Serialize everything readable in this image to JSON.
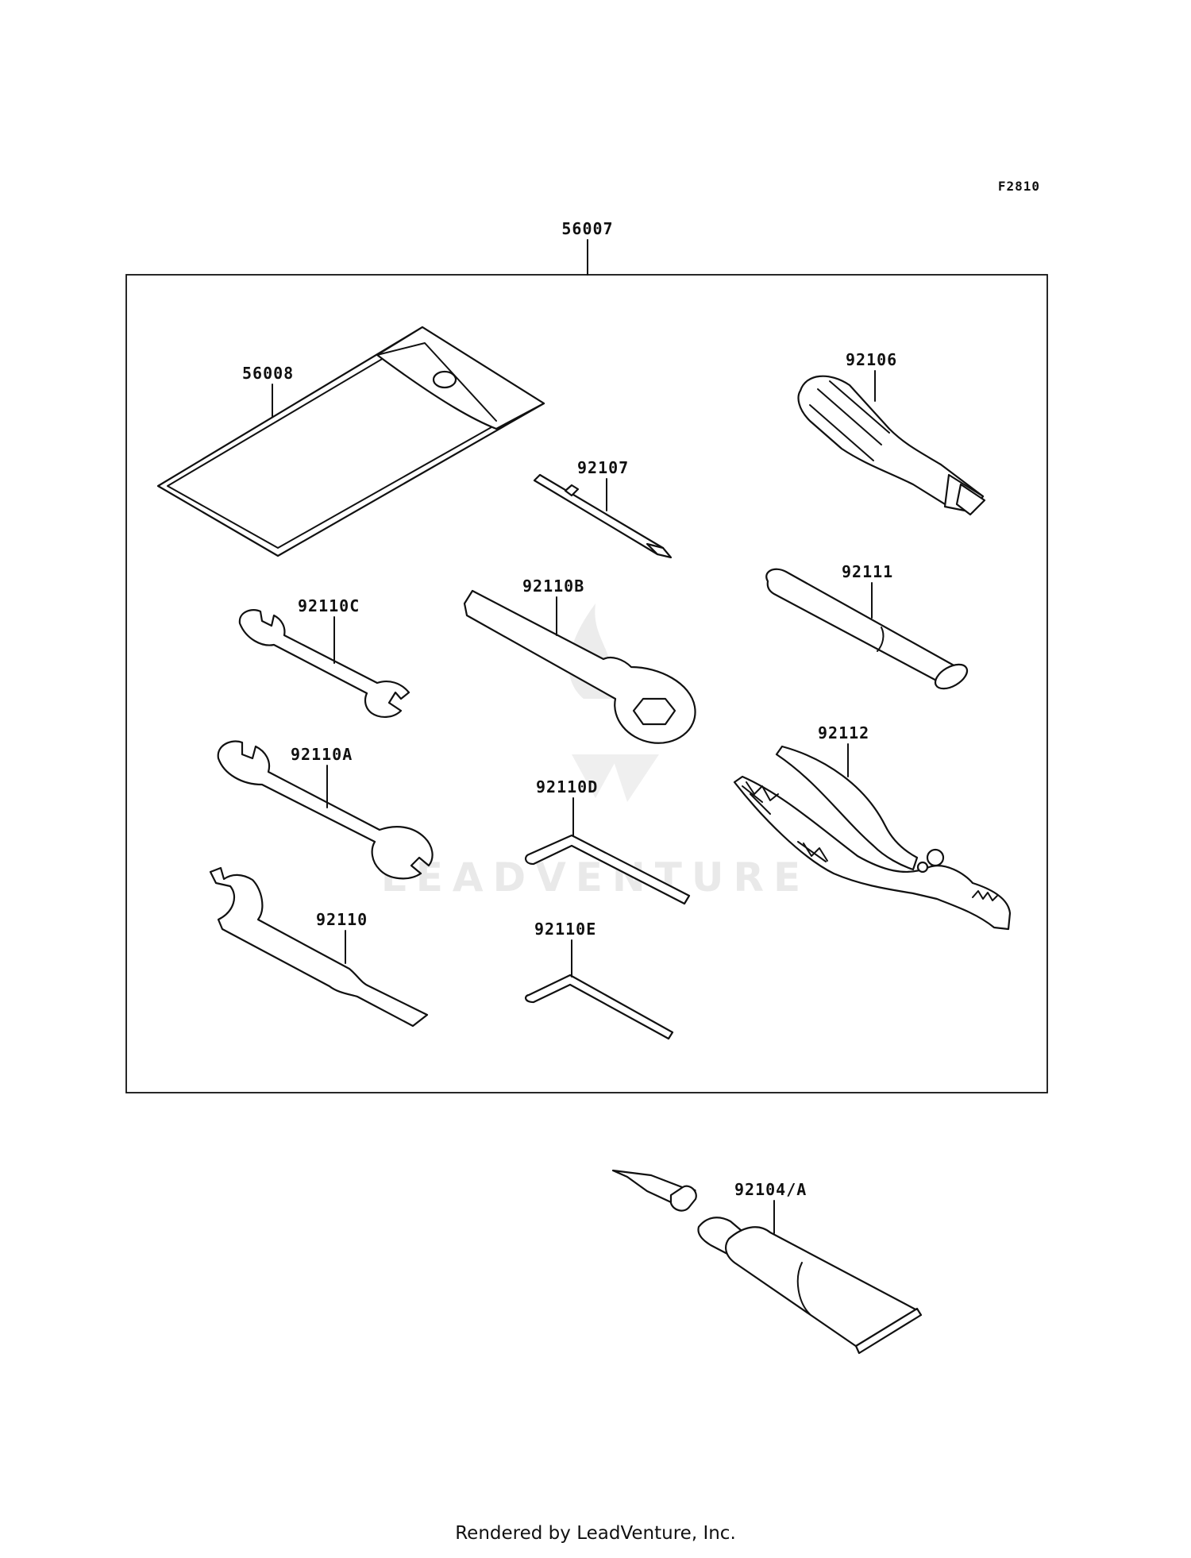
{
  "figure_code": "F2810",
  "kit": {
    "part_number": "56007"
  },
  "parts": {
    "p56008": "56008",
    "p92106": "92106",
    "p92107": "92107",
    "p92110C": "92110C",
    "p92110B": "92110B",
    "p92111": "92111",
    "p92110A": "92110A",
    "p92110D": "92110D",
    "p92112": "92112",
    "p92110": "92110",
    "p92110E": "92110E",
    "p92104A": "92104/A"
  },
  "watermark": "LEADVENTURE",
  "footer": "Rendered by LeadVenture, Inc."
}
